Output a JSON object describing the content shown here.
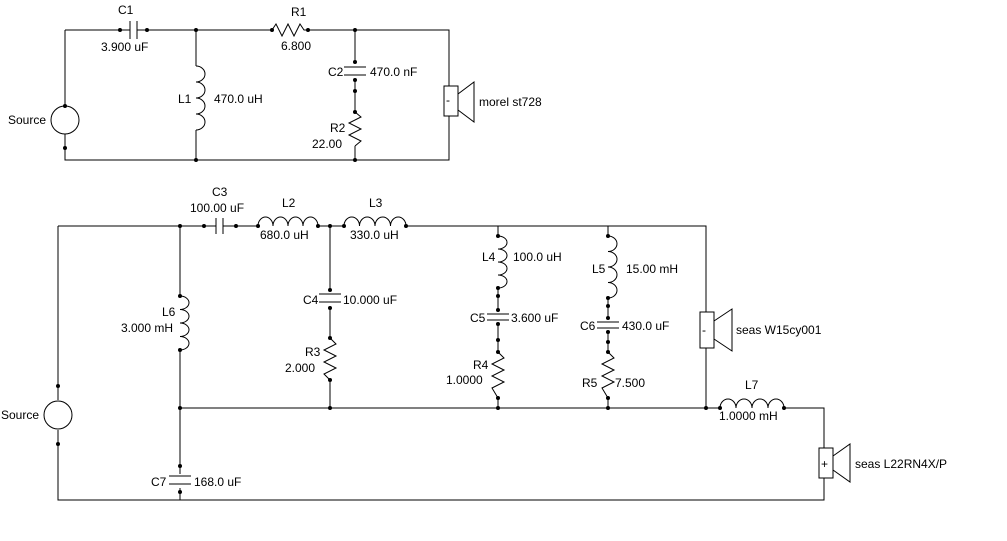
{
  "diagram": {
    "top": {
      "source": "Source",
      "c1": {
        "ref": "C1",
        "value": "3.900 uF"
      },
      "r1": {
        "ref": "R1",
        "value": "6.800"
      },
      "l1": {
        "ref": "L1",
        "value": "470.0 uH"
      },
      "c2": {
        "ref": "C2",
        "value": "470.0 nF"
      },
      "r2": {
        "ref": "R2",
        "value": "22.00"
      },
      "speaker": {
        "polarity": "-",
        "name": "morel st728"
      }
    },
    "bottom": {
      "source": "Source",
      "c3": {
        "ref": "C3",
        "value": "100.00 uF"
      },
      "l2": {
        "ref": "L2",
        "value": "680.0 uH"
      },
      "l3": {
        "ref": "L3",
        "value": "330.0 uH"
      },
      "l6": {
        "ref": "L6",
        "value": "3.000 mH"
      },
      "c4": {
        "ref": "C4",
        "value": "10.000 uF"
      },
      "r3": {
        "ref": "R3",
        "value": "2.000"
      },
      "l4": {
        "ref": "L4",
        "value": "100.0 uH"
      },
      "c5": {
        "ref": "C5",
        "value": "3.600 uF"
      },
      "r4": {
        "ref": "R4",
        "value": "1.0000"
      },
      "l5": {
        "ref": "L5",
        "value": "15.00 mH"
      },
      "c6": {
        "ref": "C6",
        "value": "430.0 uF"
      },
      "r5": {
        "ref": "R5",
        "value": "7.500"
      },
      "l7": {
        "ref": "L7",
        "value": "1.0000 mH"
      },
      "c7": {
        "ref": "C7",
        "value": "168.0 uF"
      },
      "speaker_mid": {
        "polarity": "-",
        "name": "seas W15cy001"
      },
      "speaker_woofer": {
        "polarity": "+",
        "name": "seas L22RN4X/P"
      }
    }
  }
}
